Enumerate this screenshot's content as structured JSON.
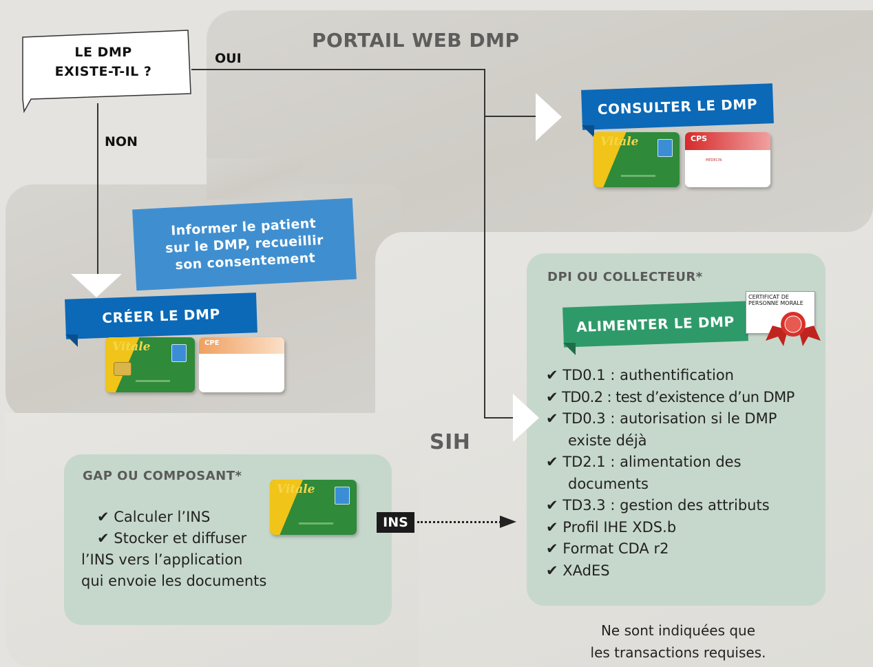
{
  "decision": {
    "text_line1": "LE DMP",
    "text_line2": "EXISTE-T-IL ?"
  },
  "flow": {
    "oui": "OUI",
    "non": "NON",
    "ins": "INS"
  },
  "portail": {
    "title": "PORTAIL WEB DMP",
    "consulter": "CONSULTER LE DMP",
    "vitale_label": "Vitale",
    "cps_label": "CPS",
    "cps_role": "MÉDECIN"
  },
  "creer": {
    "info_line1": "Informer le patient",
    "info_line2": "sur le DMP, recueillir",
    "info_line3": "son consentement",
    "banner": "CRÉER LE DMP",
    "vitale_label": "Vitale",
    "cpe_label": "CPE"
  },
  "sih": {
    "title": "SIH"
  },
  "gap": {
    "title": "GAP OU COMPOSANT*",
    "items": [
      "✔ Calculer l’INS",
      "✔ Stocker et diffuser",
      "l’INS vers l’application",
      "qui envoie les documents"
    ],
    "vitale_label": "Vitale"
  },
  "dpi": {
    "title": "DPI OU COLLECTEUR*",
    "banner": "ALIMENTER LE DMP",
    "cert_line1": "CERTIFICAT DE",
    "cert_line2": "PERSONNE MORALE",
    "items": [
      "✔ TD0.1 : authentification",
      "✔ TD0.2 : test d’existence d’un DMP",
      "✔ TD0.3 : autorisation si le DMP",
      "existe déjà",
      "✔ TD2.1 : alimentation des",
      "documents",
      "✔ TD3.3 : gestion des attributs",
      "✔ Profil IHE XDS.b",
      "✔ Format CDA r2",
      "✔ XAdES"
    ]
  },
  "footnote": {
    "line1": "Ne sont indiquées que",
    "line2": "les transactions requises."
  },
  "colors": {
    "blue": "#0b69b7",
    "blue_light": "#3f8fd0",
    "green": "#2e9a6a",
    "green_box": "#c6d8cb",
    "vitale_green": "#2f8a3a"
  }
}
